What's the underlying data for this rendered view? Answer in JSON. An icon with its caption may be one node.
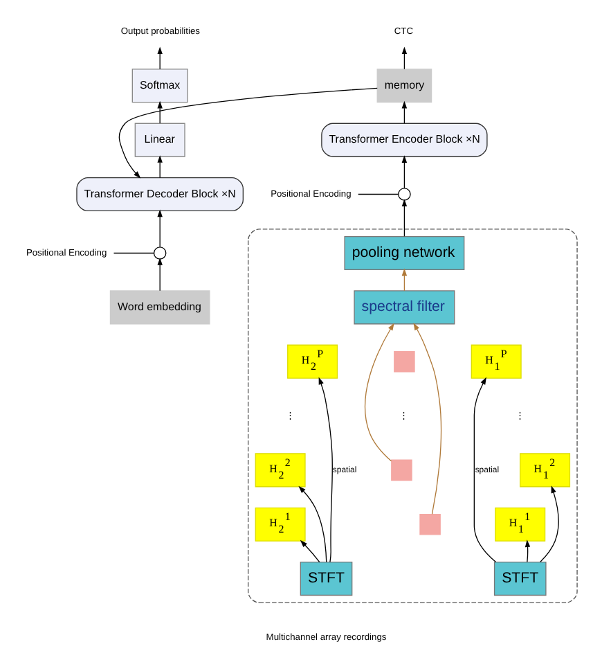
{
  "diagram": {
    "nodes": [
      {
        "text": [
          "CTC"
        ]
      },
      {
        "text": [
          "Output probabilities"
        ]
      },
      {
        "text": [
          "memory"
        ]
      },
      {
        "text": [
          "Softmax"
        ]
      },
      {
        "text": [
          "Transformer Encoder Block ×N"
        ]
      },
      {
        "text": [
          "Linear"
        ]
      },
      {
        "text": [
          "Positional Encoding"
        ]
      },
      {
        "text": [],
        "shape": "circle"
      },
      {
        "text": [
          "Transformer Decoder Block ×N"
        ]
      },
      {
        "text": [],
        "shape": "box"
      },
      {
        "text": [
          "pooling network"
        ],
        "in": 9
      },
      {
        "text": [],
        "shape": "circle"
      },
      {
        "text": [
          "Positional Encoding"
        ]
      },
      {
        "text": [
          "spectral filter"
        ],
        "in": 9
      },
      {
        "text": [
          "Word embedding"
        ]
      },
      {
        "text": [
          "H$_{2}$$^{P}$"
        ],
        "in": 9
      },
      {
        "text": [],
        "shape": "cross",
        "in": 9
      },
      {
        "text": [
          "H$_{1}$$^{P}$"
        ],
        "in": 9
      },
      {
        "text": [
          "H$_{2}$$^{2}$"
        ],
        "in": 9
      },
      {
        "text": [],
        "shape": "cross",
        "in": 9
      },
      {
        "text": [
          "H$_{1}$$^{2}$"
        ],
        "in": 9
      },
      {
        "text": [
          "H$_{2}$$^{1}$"
        ],
        "in": 9
      },
      {
        "text": [],
        "shape": "cross",
        "in": 9
      },
      {
        "text": [
          "H$_{1}$$^{1}$"
        ],
        "in": 9
      },
      {
        "text": [
          "STFT"
        ],
        "in": 9
      },
      {
        "text": [
          "STFT"
        ],
        "in": 9
      }
    ],
    "edges": [
      {
        "from": 2,
        "to": 0,
        "arrow": "to"
      },
      {
        "from": 4,
        "to": 2,
        "arrow": "to"
      },
      {
        "from": 2,
        "to": 8,
        "arrow": "to"
      },
      {
        "from": 6,
        "to": 7,
        "arrow": "none"
      },
      {
        "from": 7,
        "to": 4,
        "arrow": "to"
      },
      {
        "from": 10,
        "to": 7,
        "arrow": "to"
      },
      {
        "from": 13,
        "to": 10,
        "arrow": "to",
        "color": "#b07a3a"
      },
      {
        "from": 22,
        "to": 13,
        "arrow": "to",
        "color": "#b07a3a"
      },
      {
        "from": 19,
        "to": 13,
        "arrow": "to",
        "color": "#b07a3a"
      },
      {
        "from": 24,
        "to": 21,
        "arrow": "to"
      },
      {
        "from": 24,
        "to": 18,
        "arrow": "to"
      },
      {
        "from": 24,
        "to": 15,
        "arrow": "to",
        "label": "spatial"
      },
      {
        "from": 25,
        "to": 23,
        "arrow": "to"
      },
      {
        "from": 25,
        "to": 20,
        "arrow": "to"
      },
      {
        "from": 25,
        "to": 17,
        "arrow": "to",
        "label": "spatial"
      },
      {
        "from": 14,
        "to": 11,
        "arrow": "to"
      },
      {
        "from": 12,
        "to": 11,
        "arrow": "none"
      },
      {
        "from": 11,
        "to": 8,
        "arrow": "to"
      },
      {
        "from": 8,
        "to": 5,
        "arrow": "to"
      },
      {
        "from": 5,
        "to": 3,
        "arrow": "to"
      },
      {
        "from": 3,
        "to": 1,
        "arrow": "to"
      }
    ],
    "labels": [
      "⋮",
      "⋮",
      "⋮",
      "Multichannel array recordings"
    ]
  }
}
